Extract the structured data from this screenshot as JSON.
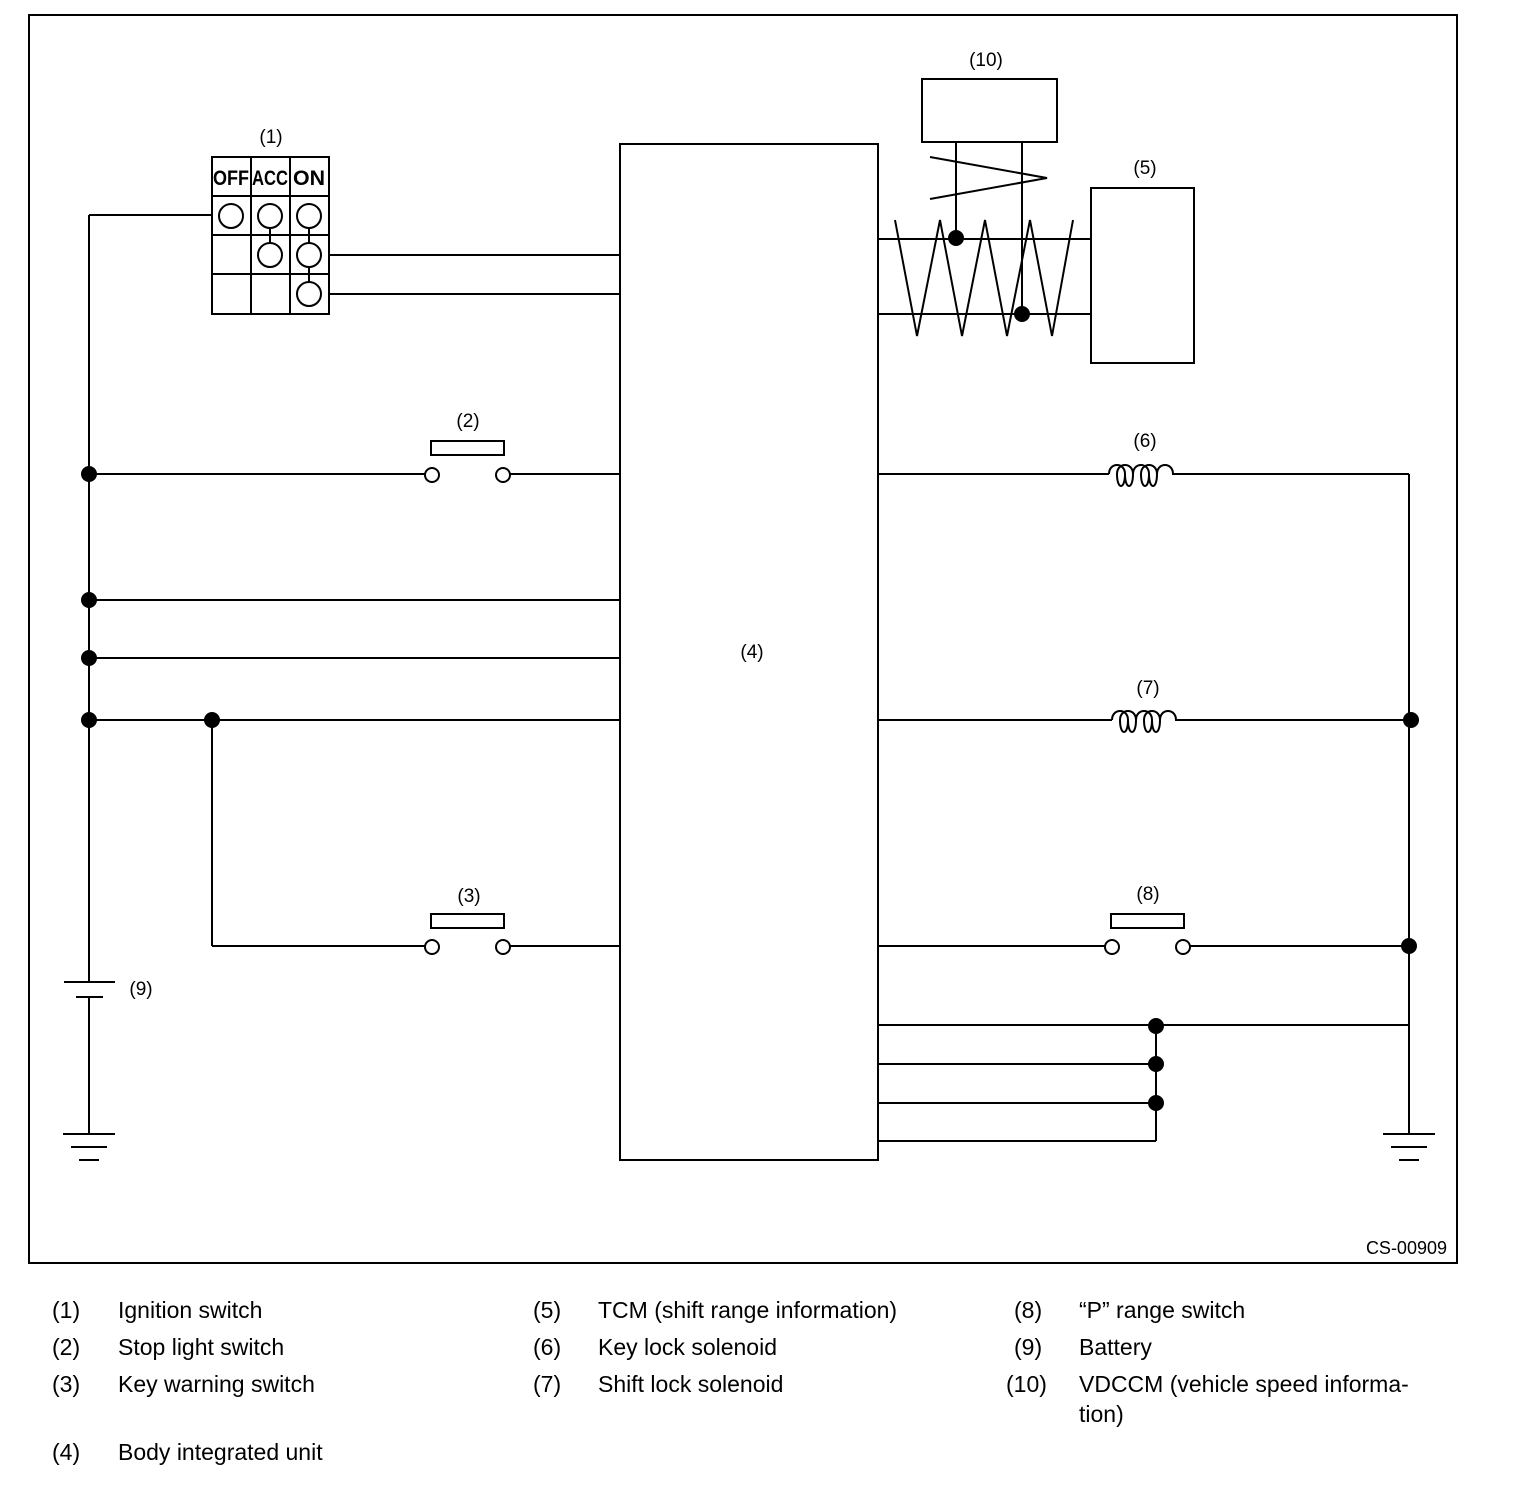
{
  "labels": {
    "n1": "(1)",
    "n2": "(2)",
    "n3": "(3)",
    "n4": "(4)",
    "n5": "(5)",
    "n6": "(6)",
    "n7": "(7)",
    "n8": "(8)",
    "n9": "(9)",
    "n10": "(10)"
  },
  "ignition_switch": {
    "off": "OFF",
    "acc": "ACC",
    "on": "ON"
  },
  "figure_code": "CS-00909",
  "legend": [
    {
      "num": "(1)",
      "text": "Ignition switch"
    },
    {
      "num": "(2)",
      "text": "Stop light switch"
    },
    {
      "num": "(3)",
      "text": "Key warning switch"
    },
    {
      "num": "(4)",
      "text": "Body integrated unit"
    },
    {
      "num": "(5)",
      "text": "TCM (shift range information)"
    },
    {
      "num": "(6)",
      "text": "Key lock solenoid"
    },
    {
      "num": "(7)",
      "text": "Shift lock solenoid"
    },
    {
      "num": "(8)",
      "text": "“P” range switch"
    },
    {
      "num": "(9)",
      "text": "Battery"
    },
    {
      "num": "(10)",
      "text": "VDCCM (vehicle speed informa-tion)"
    }
  ]
}
